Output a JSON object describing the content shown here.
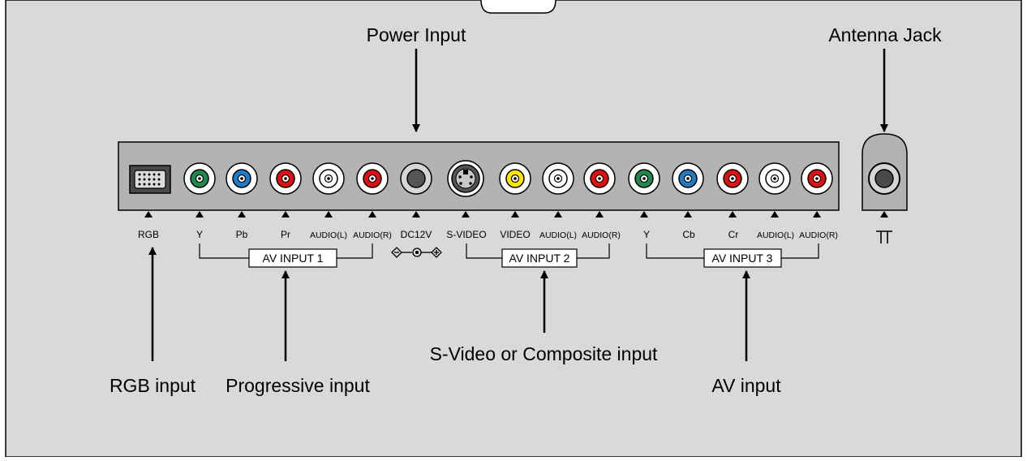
{
  "callouts": {
    "power": "Power Input",
    "antenna": "Antenna Jack",
    "rgb": "RGB input",
    "progressive": "Progressive input",
    "svideo_composite": "S-Video or Composite input",
    "av": "AV input"
  },
  "ports": {
    "rgb": {
      "label": "RGB",
      "color": "#d8d8d8"
    },
    "y1": {
      "label": "Y",
      "color": "#1f8a4c"
    },
    "pb": {
      "label": "Pb",
      "color": "#1f7bc4"
    },
    "pr": {
      "label": "Pr",
      "color": "#e01010"
    },
    "audio_l1": {
      "label": "AUDIO(L)",
      "color": "#ffffff"
    },
    "audio_r1": {
      "label": "AUDIO(R)",
      "color": "#e01010"
    },
    "dc12v": {
      "label": "DC12V",
      "color": "#6e6e6e"
    },
    "svideo": {
      "label": "S-VIDEO",
      "color": "#d8d8d8"
    },
    "video": {
      "label": "VIDEO",
      "color": "#ffe600"
    },
    "audio_l2": {
      "label": "AUDIO(L)",
      "color": "#ffffff"
    },
    "audio_r2": {
      "label": "AUDIO(R)",
      "color": "#e01010"
    },
    "y3": {
      "label": "Y",
      "color": "#1f8a4c"
    },
    "cb": {
      "label": "Cb",
      "color": "#1f7bc4"
    },
    "cr": {
      "label": "Cr",
      "color": "#e01010"
    },
    "audio_l3": {
      "label": "AUDIO(L)",
      "color": "#ffffff"
    },
    "audio_r3": {
      "label": "AUDIO(R)",
      "color": "#e01010"
    }
  },
  "groups": {
    "av1": "AV INPUT 1",
    "av2": "AV INPUT 2",
    "av3": "AV INPUT 3"
  },
  "colors": {
    "background": "#d9d9d9",
    "panel": "#b3b3b3",
    "outline": "#000000"
  }
}
